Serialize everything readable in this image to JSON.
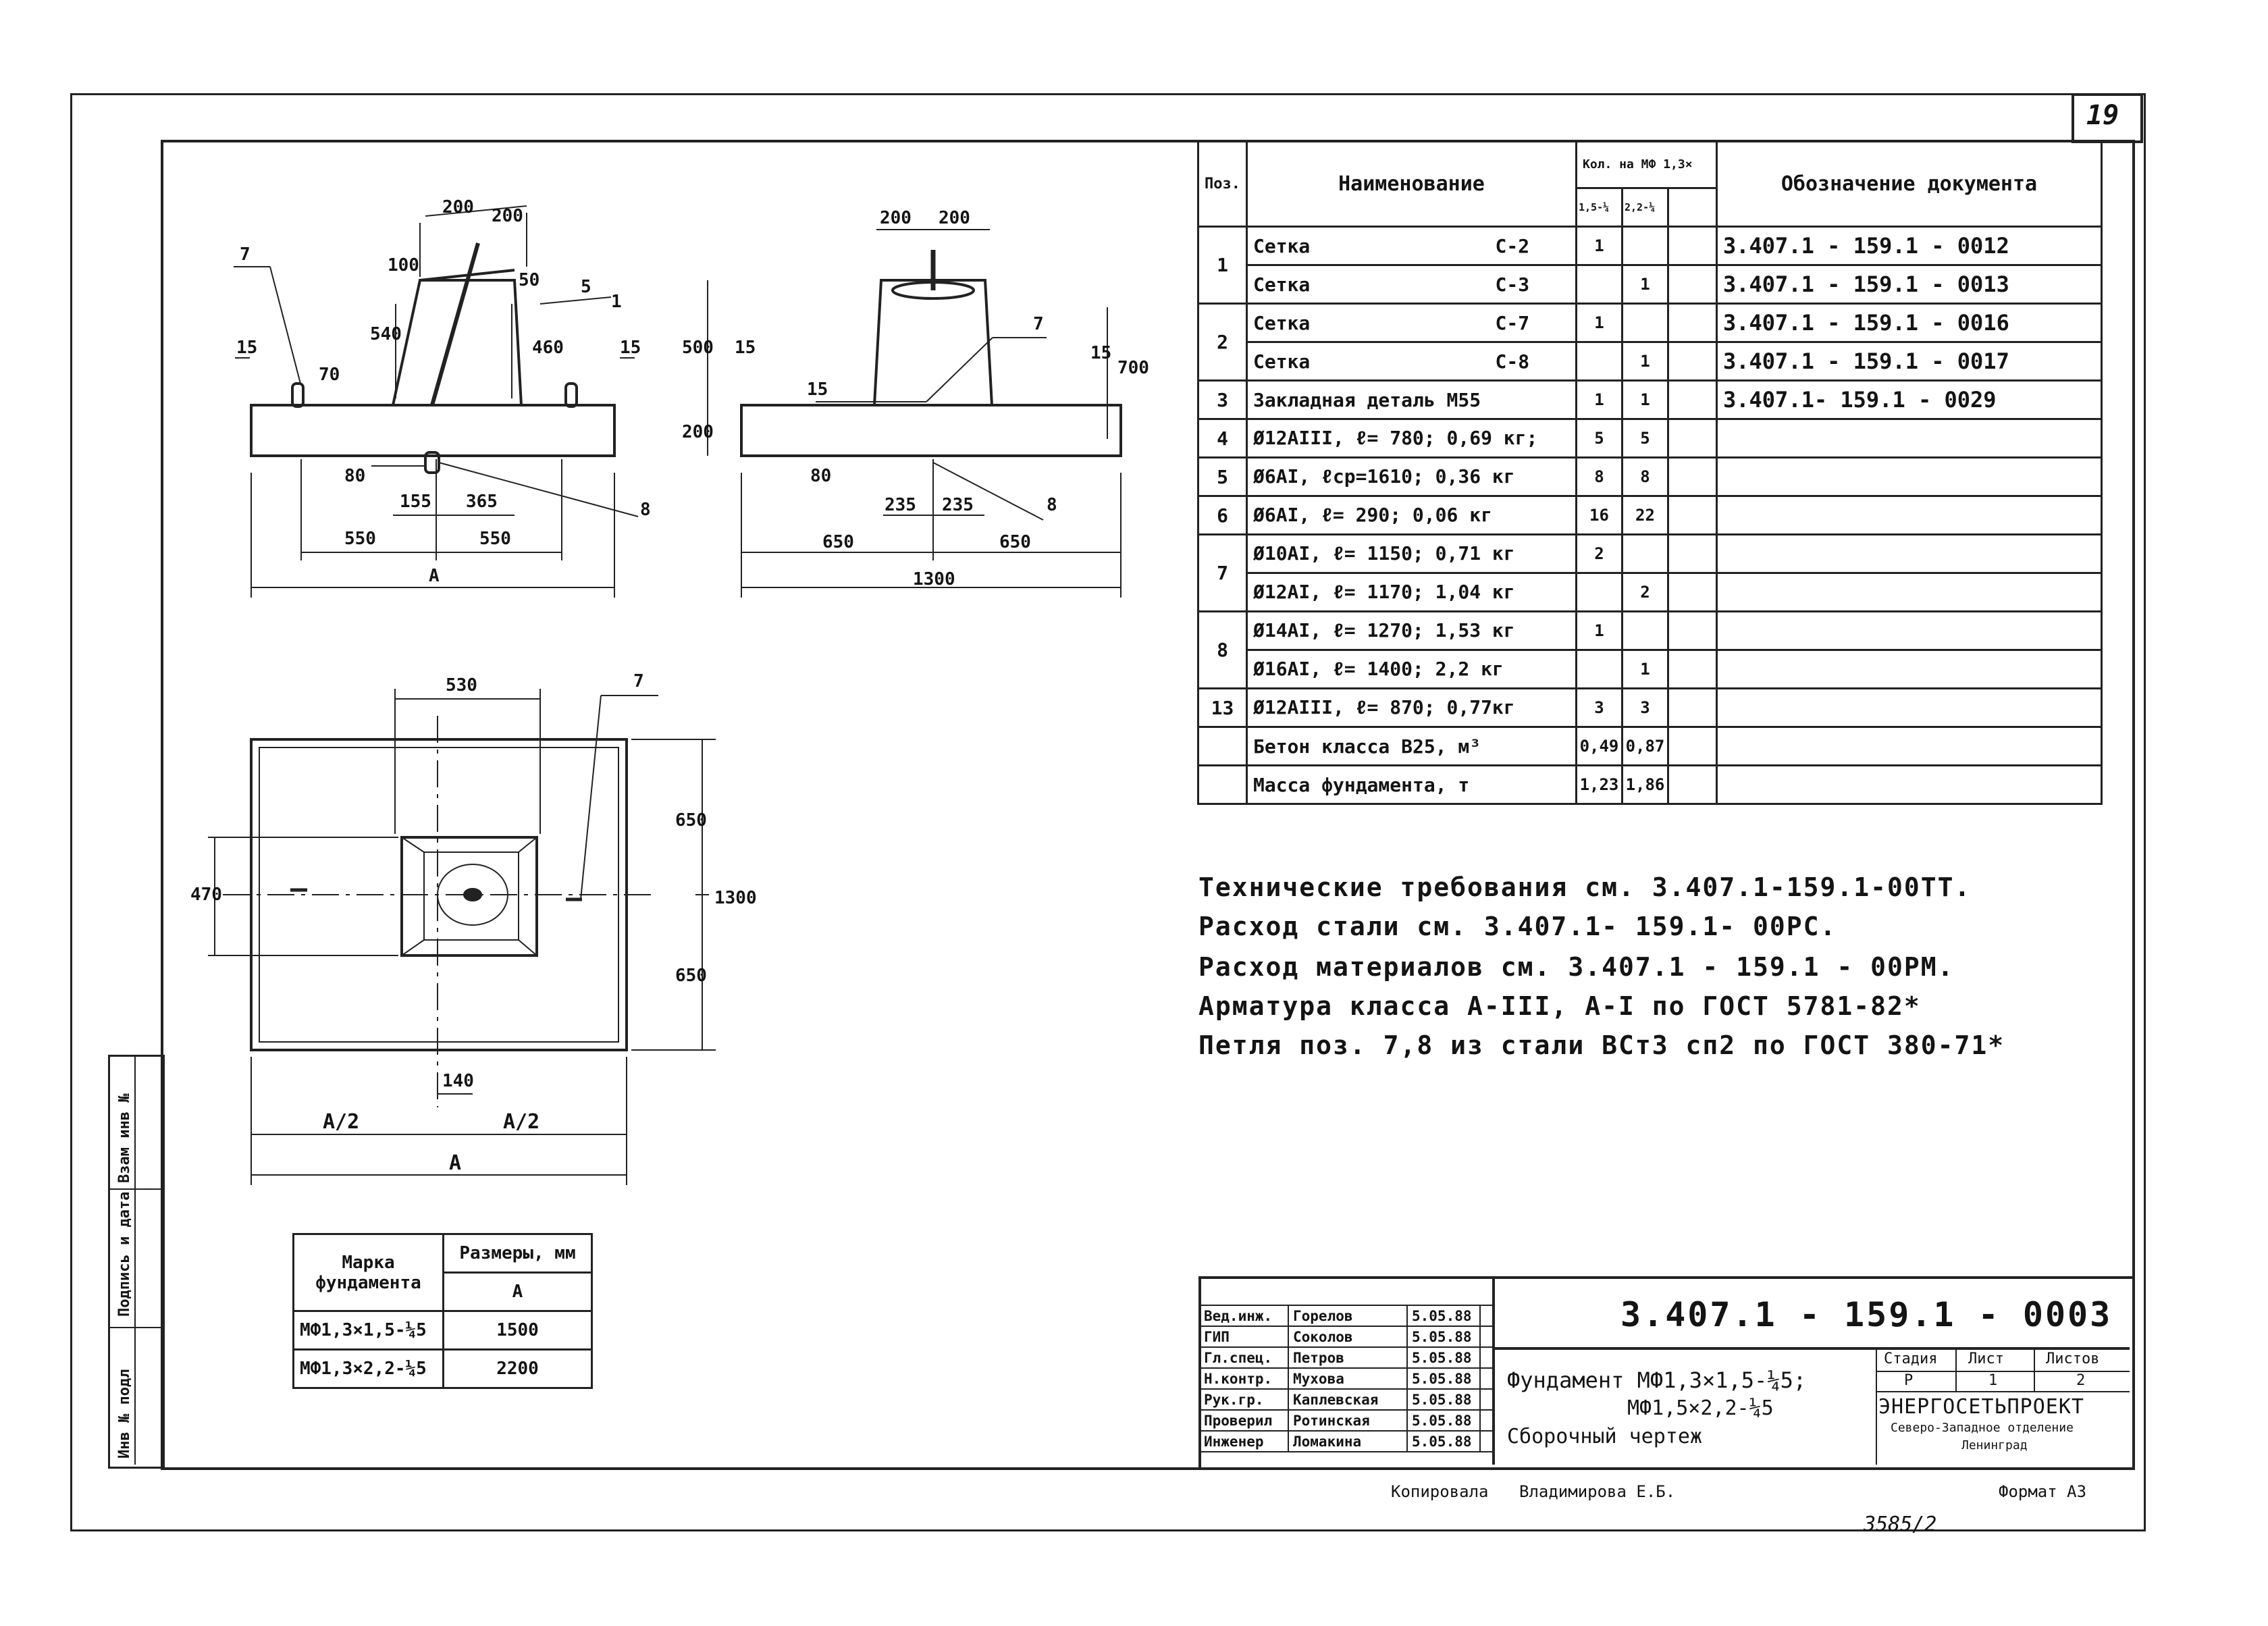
{
  "sheet_number": "19",
  "side_stamp": {
    "inv_orig": "Инв № подл",
    "sign_date": "Подпись и дата",
    "inv_dup": "Взам инв №"
  },
  "views": {
    "front": {
      "dims_top": [
        "200",
        "200"
      ],
      "dims_misc": [
        "100",
        "540",
        "50",
        "460",
        "15",
        "15",
        "70",
        "80"
      ],
      "dims_bottom": [
        "155",
        "365"
      ],
      "dims_base": [
        "550",
        "550"
      ],
      "overall": "A",
      "slope": "5",
      "slope_den": "1",
      "callouts": [
        "7",
        "8"
      ]
    },
    "side": {
      "dims_top": [
        "200",
        "200"
      ],
      "dims_left": [
        "500",
        "200",
        "15",
        "15",
        "80"
      ],
      "dims_right": [
        "15",
        "700"
      ],
      "dims_bottom": [
        "235",
        "235"
      ],
      "dims_base": [
        "650",
        "650"
      ],
      "overall": "1300",
      "callouts": [
        "7",
        "8"
      ]
    },
    "plan": {
      "top_dim": "530",
      "left_dim": "470",
      "right_dims": [
        "650",
        "650"
      ],
      "overall_right": "1300",
      "small_dim": "140",
      "halves": [
        "A/2",
        "A/2"
      ],
      "overall": "A",
      "callout": "7"
    }
  },
  "parts_table": {
    "headers": {
      "pos": "Поз.",
      "name": "Наименование",
      "qty": "Кол. на МФ 1,3×",
      "qty_a": "1,5-¼",
      "qty_b": "2,2-¼",
      "doc": "Обозначение документа"
    },
    "rows": [
      {
        "pos": "1",
        "name": "Сетка",
        "mark": "С-2",
        "q1": "1",
        "q2": "",
        "doc": "3.407.1 - 159.1 - 0012"
      },
      {
        "pos": "",
        "name": "Сетка",
        "mark": "С-3",
        "q1": "",
        "q2": "1",
        "doc": "3.407.1 - 159.1 - 0013"
      },
      {
        "pos": "2",
        "name": "Сетка",
        "mark": "С-7",
        "q1": "1",
        "q2": "",
        "doc": "3.407.1 - 159.1 - 0016"
      },
      {
        "pos": "",
        "name": "Сетка",
        "mark": "С-8",
        "q1": "",
        "q2": "1",
        "doc": "3.407.1 - 159.1 - 0017"
      },
      {
        "pos": "3",
        "name": "Закладная деталь М55",
        "mark": "",
        "q1": "1",
        "q2": "1",
        "doc": "3.407.1- 159.1 - 0029"
      },
      {
        "pos": "4",
        "name": "Ø12АIII, ℓ= 780; 0,69 кг;",
        "mark": "",
        "q1": "5",
        "q2": "5",
        "doc": ""
      },
      {
        "pos": "5",
        "name": "Ø6АI, ℓср=1610; 0,36 кг",
        "mark": "",
        "q1": "8",
        "q2": "8",
        "doc": ""
      },
      {
        "pos": "6",
        "name": "Ø6АI, ℓ= 290; 0,06 кг",
        "mark": "",
        "q1": "16",
        "q2": "22",
        "doc": ""
      },
      {
        "pos": "7",
        "name": "Ø10АI, ℓ= 1150; 0,71 кг",
        "mark": "",
        "q1": "2",
        "q2": "",
        "doc": ""
      },
      {
        "pos": "",
        "name": "Ø12АI, ℓ= 1170; 1,04 кг",
        "mark": "",
        "q1": "",
        "q2": "2",
        "doc": ""
      },
      {
        "pos": "8",
        "name": "Ø14АI, ℓ= 1270; 1,53 кг",
        "mark": "",
        "q1": "1",
        "q2": "",
        "doc": ""
      },
      {
        "pos": "",
        "name": "Ø16АI, ℓ= 1400; 2,2 кг",
        "mark": "",
        "q1": "",
        "q2": "1",
        "doc": ""
      },
      {
        "pos": "13",
        "name": "Ø12АIII, ℓ= 870; 0,77кг",
        "mark": "",
        "q1": "3",
        "q2": "3",
        "doc": ""
      },
      {
        "pos": "",
        "name": "Бетон класса В25, м³",
        "mark": "",
        "q1": "0,49",
        "q2": "0,87",
        "doc": ""
      },
      {
        "pos": "",
        "name": "Масса фундамента, т",
        "mark": "",
        "q1": "1,23",
        "q2": "1,86",
        "doc": ""
      }
    ]
  },
  "notes": [
    "Технические требования см. 3.407.1-159.1-00ТТ.",
    "Расход стали см. 3.407.1- 159.1- 00РС.",
    "Расход материалов см. 3.407.1 - 159.1 - 00РМ.",
    "Арматура класса А-III, А-I по ГОСТ 5781-82*",
    "Петля поз. 7,8 из стали ВСт3 сп2 по ГОСТ 380-71*"
  ],
  "size_table": {
    "header_mark": "Марка фундамента",
    "header_size": "Размеры, мм",
    "sub_header": "А",
    "rows": [
      {
        "mark": "МФ1,3×1,5-¼5",
        "a": "1500"
      },
      {
        "mark": "МФ1,3×2,2-¼5",
        "a": "2200"
      }
    ]
  },
  "title_block": {
    "code": "3.407.1 - 159.1 - 0003",
    "title_line1": "Фундамент МФ1,3×1,5-¼5;",
    "title_line2": "МФ1,5×2,2-¼5",
    "title_line3": "Сборочный чертеж",
    "stage_label": "Стадия",
    "sheet_label": "Лист",
    "sheets_label": "Листов",
    "stage": "Р",
    "sheet": "1",
    "sheets": "2",
    "org_name": "ЭНЕРГОСЕТЬПРОЕКТ",
    "org_sub": "Северо-Западное отделение",
    "org_city": "Ленинград",
    "people": [
      {
        "role": "Вед.инж.",
        "name": "Горелов",
        "date": "5.05.88"
      },
      {
        "role": "ГИП",
        "name": "Соколов",
        "date": "5.05.88"
      },
      {
        "role": "Гл.спец.",
        "name": "Петров",
        "date": "5.05.88"
      },
      {
        "role": "Н.контр.",
        "name": "Мухова",
        "date": "5.05.88"
      },
      {
        "role": "Рук.гр.",
        "name": "Каплевская",
        "date": "5.05.88"
      },
      {
        "role": "Проверил",
        "name": "Ротинская",
        "date": "5.05.88"
      },
      {
        "role": "Инженер",
        "name": "Ломакина",
        "date": "5.05.88"
      }
    ]
  },
  "footer": {
    "copied": "Копировала",
    "copier_name": "Владимирова Е.Б.",
    "format": "Формат А3",
    "archive": "3585/2"
  }
}
